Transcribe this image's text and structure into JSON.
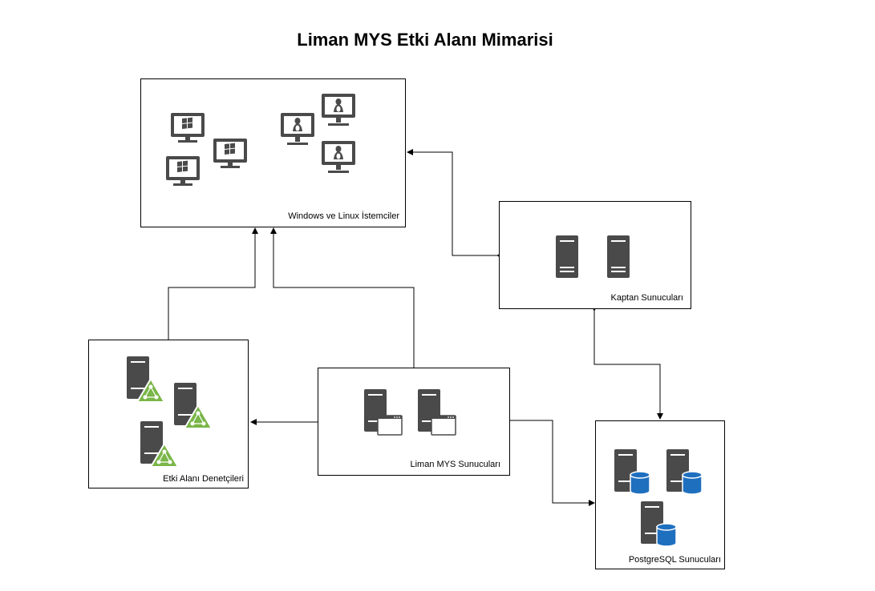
{
  "title": "Liman MYS Etki Alanı Mimarisi",
  "nodes": {
    "clients": {
      "label": "Windows ve Linux İstemciler"
    },
    "kaptan": {
      "label": "Kaptan Sunucuları"
    },
    "domain_controllers": {
      "label": "Etki Alanı Denetçileri"
    },
    "liman": {
      "label": "Liman MYS Sunucuları"
    },
    "postgres": {
      "label": "PostgreSQL Sunucuları"
    }
  },
  "icons": {
    "windows_pc": "windows-monitor-icon",
    "linux_pc": "linux-monitor-icon",
    "server": "server-tower-icon",
    "domain_controller": "server-with-network-triangle-icon",
    "web_server": "server-with-browser-window-icon",
    "database_server": "server-with-database-icon"
  },
  "colors": {
    "icon_dark": "#4a4a4a",
    "accent_green": "#7ab648",
    "accent_blue": "#1f6fbf",
    "border": "#000000"
  }
}
